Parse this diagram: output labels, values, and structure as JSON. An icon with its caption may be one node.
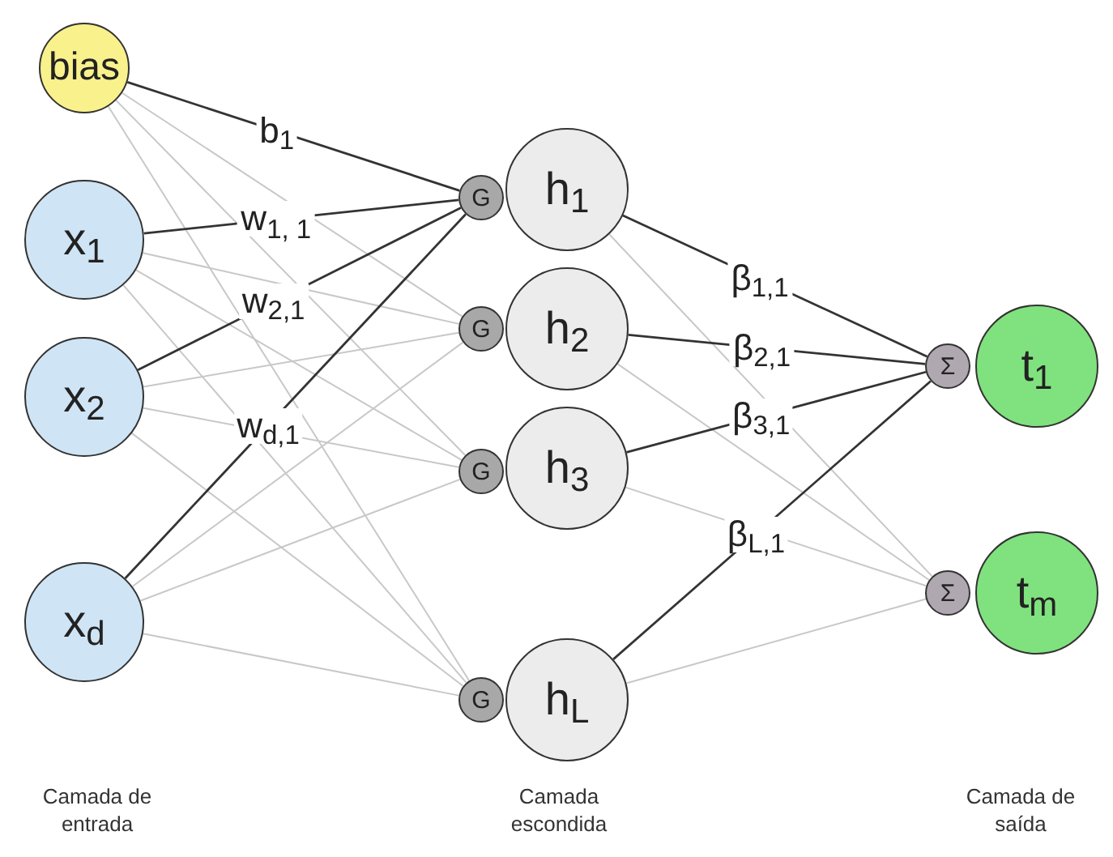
{
  "diagram": {
    "nodes": [
      {
        "text": [
          "bias"
        ]
      },
      {
        "text": [
          "x$_{1}$"
        ]
      },
      {
        "text": [
          "x$_{2}$"
        ]
      },
      {
        "text": [
          "x$_{d}$"
        ]
      },
      {
        "text": [
          "G"
        ]
      },
      {
        "text": [
          "G"
        ]
      },
      {
        "text": [
          "G"
        ]
      },
      {
        "text": [
          "G"
        ]
      },
      {
        "text": [
          "h$_{1}$"
        ]
      },
      {
        "text": [
          "h$_{2}$"
        ]
      },
      {
        "text": [
          "h$_{3}$"
        ]
      },
      {
        "text": [
          "h$_{L}$"
        ]
      },
      {
        "text": [
          "Σ"
        ]
      },
      {
        "text": [
          "Σ"
        ]
      },
      {
        "text": [
          "t$_{1}$"
        ]
      },
      {
        "text": [
          "t$_{m}$"
        ]
      }
    ],
    "edges": [
      {
        "from": 0,
        "to": 4,
        "arrow": "none",
        "label": "b$_{1}$",
        "color": "#333333"
      },
      {
        "from": 0,
        "to": 5,
        "arrow": "none"
      },
      {
        "from": 0,
        "to": 6,
        "arrow": "none"
      },
      {
        "from": 0,
        "to": 7,
        "arrow": "none"
      },
      {
        "from": 1,
        "to": 4,
        "arrow": "none",
        "label": "w$_{1, 1}$",
        "color": "#333333"
      },
      {
        "from": 1,
        "to": 5,
        "arrow": "none"
      },
      {
        "from": 1,
        "to": 6,
        "arrow": "none"
      },
      {
        "from": 1,
        "to": 7,
        "arrow": "none"
      },
      {
        "from": 2,
        "to": 4,
        "arrow": "none",
        "label": "w$_{2,1}$",
        "color": "#333333"
      },
      {
        "from": 2,
        "to": 5,
        "arrow": "none"
      },
      {
        "from": 2,
        "to": 6,
        "arrow": "none"
      },
      {
        "from": 2,
        "to": 7,
        "arrow": "none"
      },
      {
        "from": 3,
        "to": 4,
        "arrow": "none",
        "label": "w$_{d,1}$",
        "color": "#333333"
      },
      {
        "from": 3,
        "to": 5,
        "arrow": "none"
      },
      {
        "from": 3,
        "to": 6,
        "arrow": "none"
      },
      {
        "from": 3,
        "to": 7,
        "arrow": "none"
      },
      {
        "from": 8,
        "to": 12,
        "arrow": "none",
        "label": "β$_{1,1}$",
        "color": "#333333"
      },
      {
        "from": 8,
        "to": 13,
        "arrow": "none"
      },
      {
        "from": 9,
        "to": 12,
        "arrow": "none",
        "label": "β$_{2,1}$",
        "color": "#333333"
      },
      {
        "from": 9,
        "to": 13,
        "arrow": "none"
      },
      {
        "from": 10,
        "to": 12,
        "arrow": "none",
        "label": "β$_{3,1}$",
        "color": "#333333"
      },
      {
        "from": 10,
        "to": 13,
        "arrow": "none"
      },
      {
        "from": 11,
        "to": 12,
        "arrow": "none",
        "label": "β$_{L,1}$",
        "color": "#333333"
      },
      {
        "from": 11,
        "to": 13,
        "arrow": "none"
      }
    ],
    "labels": [
      "Camada de entrada",
      "Camada escondida",
      "Camada de saída"
    ]
  }
}
